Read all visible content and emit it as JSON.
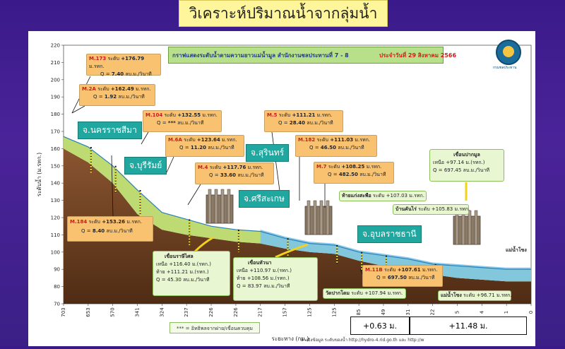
{
  "slide_title": "วิเคราะห์ปริมาณน้ำจากลุ่มน้ำ",
  "chart_header": {
    "title": "กราฟแสดงระดับน้ำตามความยาวแม่น้ำมูล สำนักงานชลประทานที่  7 - 8",
    "date": "ประจำวันที่  29 สิงหาคม 2566"
  },
  "chart_data": {
    "type": "area",
    "ylabel": "ระดับน้ำ (ม.รทก.)",
    "xlabel": "ระยะทาง (กม.)",
    "ylim": [
      70,
      220
    ],
    "yticks": [
      70,
      80,
      90,
      100,
      110,
      120,
      130,
      140,
      150,
      160,
      170,
      180,
      190,
      200,
      210,
      220
    ],
    "xticks": [
      "703",
      "653",
      "570",
      "341",
      "324",
      "237",
      "226",
      "226",
      "217",
      "157",
      "125",
      "125",
      "85",
      "49",
      "31",
      "22",
      "5",
      "4",
      "1",
      "0"
    ],
    "water_profile": [
      [
        0,
        167
      ],
      [
        1,
        161
      ],
      [
        2,
        150
      ],
      [
        3,
        136
      ],
      [
        4,
        123
      ],
      [
        5,
        119
      ],
      [
        6,
        115
      ],
      [
        7,
        113
      ],
      [
        8,
        112
      ],
      [
        9,
        108
      ],
      [
        10,
        105
      ],
      [
        11,
        104
      ],
      [
        12,
        100
      ],
      [
        13,
        98
      ],
      [
        14,
        96
      ],
      [
        15,
        93
      ],
      [
        16,
        92
      ],
      [
        17,
        91
      ],
      [
        18,
        90
      ],
      [
        19,
        90
      ]
    ],
    "riverbed_profile": [
      [
        0,
        160
      ],
      [
        1,
        152
      ],
      [
        2,
        140
      ],
      [
        3,
        122
      ],
      [
        4,
        113
      ],
      [
        5,
        110
      ],
      [
        6,
        108
      ],
      [
        7,
        106
      ],
      [
        8,
        105
      ],
      [
        9,
        102
      ],
      [
        10,
        100
      ],
      [
        11,
        99
      ],
      [
        12,
        95
      ],
      [
        13,
        92
      ],
      [
        14,
        90
      ],
      [
        15,
        87
      ],
      [
        16,
        85
      ],
      [
        17,
        84
      ],
      [
        18,
        83
      ],
      [
        19,
        83
      ]
    ]
  },
  "stations": {
    "m173": {
      "name": "M.173",
      "level_label": "ระดับ",
      "level": "+176.79",
      "unit": "ม.รทก.",
      "q_label": "Q =",
      "q": "7.40",
      "q_unit": "ลบ.ม./วินาที"
    },
    "m2a": {
      "name": "M.2A",
      "level_label": "ระดับ",
      "level": "+162.49",
      "unit": "ม.รทก.",
      "q_label": "Q =",
      "q": "1.92",
      "q_unit": "ลบ.ม./วินาที"
    },
    "m104": {
      "name": "M.104",
      "level_label": "ระดับ",
      "level": "+132.55",
      "unit": "ม.รทก.",
      "q_label": "Q =",
      "q": "***",
      "q_unit": "ลบ.ม./วินาที"
    },
    "m6a": {
      "name": "M.6A",
      "level_label": "ระดับ",
      "level": "+123.64",
      "unit": "ม.รทก.",
      "q_label": "Q =",
      "q": "11.20",
      "q_unit": "ลบ.ม./วินาที"
    },
    "m4": {
      "name": "M.4",
      "level_label": "ระดับ",
      "level": "+117.76",
      "unit": "ม.รทก.",
      "q_label": "Q =",
      "q": "33.60",
      "q_unit": "ลบ.ม./วินาที"
    },
    "m5": {
      "name": "M.5",
      "level_label": "ระดับ",
      "level": "+111.21",
      "unit": "ม.รทก.",
      "q_label": "Q =",
      "q": "28.40",
      "q_unit": "ลบ.ม./วินาที"
    },
    "m182": {
      "name": "M.182",
      "level_label": "ระดับ",
      "level": "+111.03",
      "unit": "ม.รทก.",
      "q_label": "Q =",
      "q": "46.50",
      "q_unit": "ลบ.ม./วินาที"
    },
    "m7": {
      "name": "M.7",
      "level_label": "ระดับ",
      "level": "+108.25",
      "unit": "ม.รทก.",
      "q_label": "Q =",
      "q": "482.50",
      "q_unit": "ลบ.ม./วินาที"
    },
    "m184": {
      "name": "M.184",
      "level_label": "ระดับ",
      "level": "+153.26",
      "unit": "ม.รทก.",
      "q_label": "Q =",
      "q": "8.40",
      "q_unit": "ลบ.ม./วินาที"
    },
    "m11b": {
      "name": "M.11B",
      "level_label": "ระดับ",
      "level": "+107.61",
      "unit": "ม.รทก.",
      "q_label": "Q =",
      "q": "697.50",
      "q_unit": "ลบ.ม./วินาที"
    }
  },
  "provinces": {
    "nakhon": "จ.นครราชสีมา",
    "buriram": "จ.บุรีรัมย์",
    "surin": "จ.สุรินทร์",
    "sisaket": "จ.ศรีสะเกษ",
    "ubon": "จ.อุบลราชธานี"
  },
  "dams": {
    "rasi_salai": {
      "title": "เขื่อนราษีไศล",
      "up_label": "เหนือ",
      "up": "+116.40",
      "up_unit": "ม.(รทก.)",
      "down_label": "ท้าย",
      "down": "+111.21",
      "down_unit": "ม.(รทก.)",
      "q_label": "Q =",
      "q": "45.30",
      "q_unit": "ลบ.ม./วินาที"
    },
    "hua_na": {
      "title": "เขื่อนหัวนา",
      "up_label": "เหนือ",
      "up": "+110.97",
      "up_unit": "ม.(รทก.)",
      "down_label": "ท้าย",
      "down": "+108.56",
      "down_unit": "ม.(รทก.)",
      "q_label": "Q =",
      "q": "83.97",
      "q_unit": "ลบ.ม./วินาที"
    },
    "pak_mun": {
      "title": "เขื่อนปากมูล",
      "up_label": "เหนือ",
      "up": "+97.14",
      "up_unit": "ม.(รทก.)",
      "q_label": "Q =",
      "q": "697.45",
      "q_unit": "ลบ.ม./วินาที"
    }
  },
  "small_labels": {
    "tha_kaeng": {
      "name": "ท้ายแก่งสะพือ",
      "level_label": "ระดับ",
      "level": "+107.03",
      "unit": "ม.รทก."
    },
    "ban_kan_rai": {
      "name": "บ้านคันไร่",
      "level_label": "ระดับ",
      "level": "+105.83",
      "unit": "ม.รทก."
    },
    "wat_pak_khlong": {
      "name": "วัดปากโดม",
      "level_label": "ระดับ",
      "level": "+107.94",
      "unit": "ม.รทก."
    },
    "mae_nam_khong": {
      "name": "แม่น้ำโขง",
      "level_label": "ระดับ",
      "level": "+96.71",
      "unit": "ม.รทก."
    },
    "mekong_end": "แม่น้ำโขง"
  },
  "bottom": {
    "note": "*** = อิทธิพลจากฝาย/เขื่อนควบคุม",
    "diff1": "+0.63 ม.",
    "diff2": "+11.48 ม.",
    "source": "อ้างอิงข้อมูล ระดับของน้ำ http://hydro-4.rid.go.th และ http://w"
  },
  "logo_text": "กรมชลประทาน",
  "colors": {
    "water": "#7cc4e8",
    "green": "#b9d96a",
    "soil": "#7b4a2a",
    "soil_dark": "#5a3318",
    "station_box": "#f9c271",
    "dam_box": "#e9f6d2",
    "province": "#20a8a0"
  }
}
